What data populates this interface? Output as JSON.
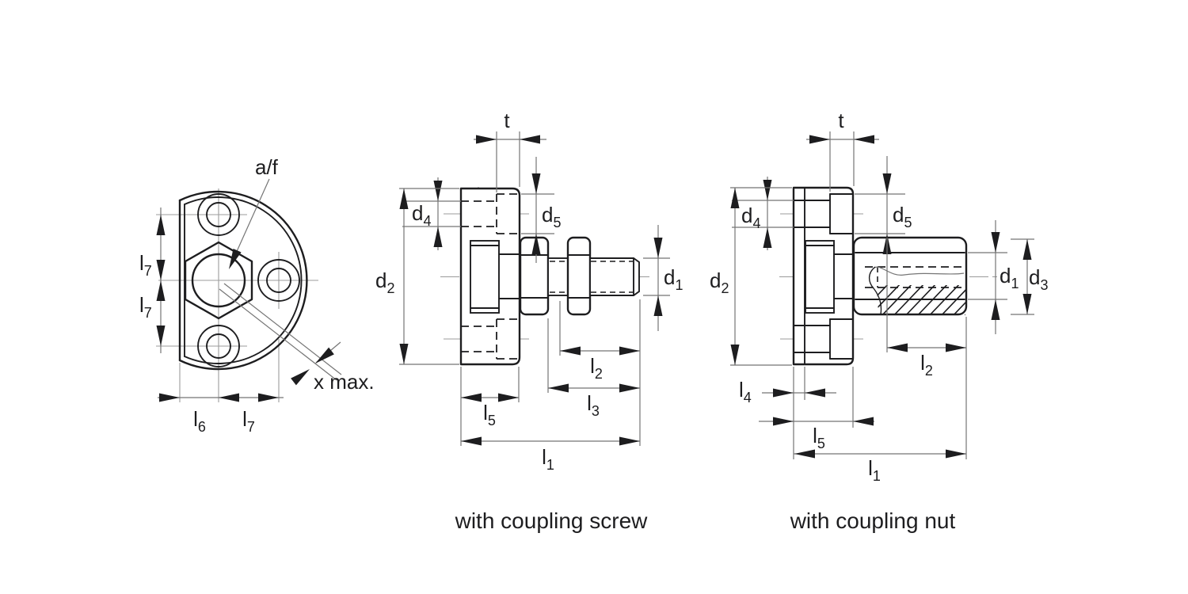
{
  "type": "technical-drawing",
  "captions": {
    "screw": "with coupling screw",
    "nut": "with coupling nut"
  },
  "labels": {
    "af": "a/f",
    "xmax": "x max.",
    "t": "t",
    "d1": {
      "base": "d",
      "sub": "1"
    },
    "d2": {
      "base": "d",
      "sub": "2"
    },
    "d3": {
      "base": "d",
      "sub": "3"
    },
    "d4": {
      "base": "d",
      "sub": "4"
    },
    "d5": {
      "base": "d",
      "sub": "5"
    },
    "l1": {
      "base": "l",
      "sub": "1"
    },
    "l2": {
      "base": "l",
      "sub": "2"
    },
    "l3": {
      "base": "l",
      "sub": "3"
    },
    "l4": {
      "base": "l",
      "sub": "4"
    },
    "l5": {
      "base": "l",
      "sub": "5"
    },
    "l6": {
      "base": "l",
      "sub": "6"
    },
    "l7": {
      "base": "l",
      "sub": "7"
    }
  },
  "colors": {
    "line": "#1d1d1f",
    "dim": "#757575",
    "centerline": "#9b9b9b",
    "background": "#ffffff"
  }
}
